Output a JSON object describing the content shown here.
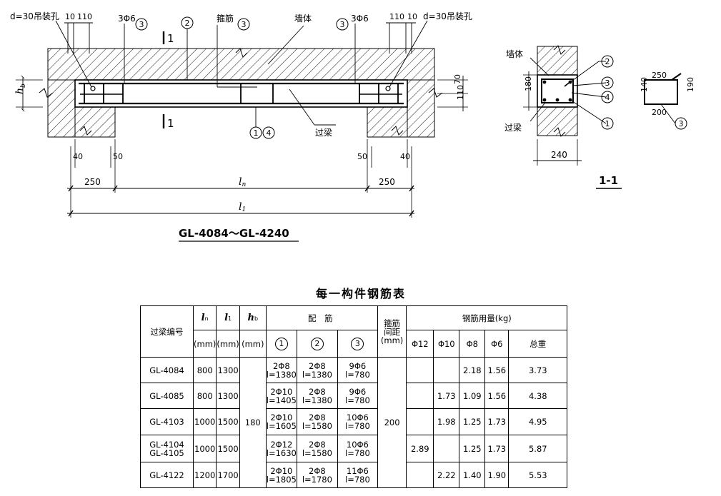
{
  "elevation": {
    "hole_left": "d=30吊装孔",
    "hole_right": "d=30吊装孔",
    "dim_left_top_a": "10",
    "dim_left_top_b": "110",
    "dim_right_top_a": "110",
    "dim_right_top_b": "10",
    "bar3_left": "3Φ6",
    "bar3_right": "3Φ6",
    "stirrup_label": "箍筋",
    "wall_label": "墙体",
    "lintel_label": "过梁",
    "section_mark": "1",
    "hb_label": "h",
    "hb_sub": "b",
    "dim_110": "110",
    "dim_70": "70",
    "dim_40_left": "40",
    "dim_50_left": "50",
    "dim_50_right": "50",
    "dim_40_right": "40",
    "dim_250_left": "250",
    "dim_250_right": "250",
    "ln_label": "l",
    "ln_sub": "n",
    "l1_label": "l",
    "l1_sub": "1",
    "caption": "GL-4084～GL-4240",
    "circle_1": "1",
    "circle_2": "2",
    "circle_3": "3",
    "circle_4": "4"
  },
  "section": {
    "wall_label": "墙体",
    "lintel_label": "过梁",
    "height_dim": "180",
    "width_dim": "240",
    "title": "1-1",
    "circles": [
      "2",
      "3",
      "4",
      "1"
    ]
  },
  "stirrup_detail": {
    "width_top": "250",
    "width_bottom": "200",
    "height_left": "140",
    "height_right": "190",
    "circle": "3"
  },
  "table": {
    "title": "每一构件钢筋表",
    "header": {
      "id": "过梁编号",
      "ln": "l",
      "ln_sub": "n",
      "l1": "l",
      "l1_sub": "1",
      "hb": "h",
      "hb_sub": "b",
      "unit": "(mm)",
      "reinf": "配 筋",
      "circ1": "1",
      "circ2": "2",
      "circ3": "3",
      "spacing": "箍筋间距",
      "spacing_unit": "(mm)",
      "usage": "钢筋用量(kg)",
      "d12": "Φ12",
      "d10": "Φ10",
      "d8": "Φ8",
      "d6": "Φ6",
      "total": "总重"
    },
    "hb_value": "180",
    "spacing_value": "200",
    "rows": [
      {
        "id": "GL-4084",
        "ln": "800",
        "l1": "1300",
        "r1": "2Φ8",
        "r1l": "l=1380",
        "r2": "2Φ8",
        "r2l": "l=1380",
        "r3": "9Φ6",
        "r3l": "l=780",
        "d12": "",
        "d10": "",
        "d8": "2.18",
        "d6": "1.56",
        "total": "3.73"
      },
      {
        "id": "GL-4085",
        "ln": "800",
        "l1": "1300",
        "r1": "2Φ10",
        "r1l": "l=1405",
        "r2": "2Φ8",
        "r2l": "l=1380",
        "r3": "9Φ6",
        "r3l": "l=780",
        "d12": "",
        "d10": "1.73",
        "d8": "1.09",
        "d6": "1.56",
        "total": "4.38"
      },
      {
        "id": "GL-4103",
        "ln": "1000",
        "l1": "1500",
        "r1": "2Φ10",
        "r1l": "l=1605",
        "r2": "2Φ8",
        "r2l": "l=1580",
        "r3": "10Φ6",
        "r3l": "l=780",
        "d12": "",
        "d10": "1.98",
        "d8": "1.25",
        "d6": "1.73",
        "total": "4.95"
      },
      {
        "id": "GL-4104",
        "id2": "GL-4105",
        "ln": "1000",
        "l1": "1500",
        "r1": "2Φ12",
        "r1l": "l=1630",
        "r2": "2Φ8",
        "r2l": "l=1580",
        "r3": "10Φ6",
        "r3l": "l=780",
        "d12": "2.89",
        "d10": "",
        "d8": "1.25",
        "d6": "1.73",
        "total": "5.87"
      },
      {
        "id": "GL-4122",
        "ln": "1200",
        "l1": "1700",
        "r1": "2Φ10",
        "r1l": "l=1805",
        "r2": "2Φ8",
        "r2l": "l=1780",
        "r3": "11Φ6",
        "r3l": "l=780",
        "d12": "",
        "d10": "2.22",
        "d8": "1.40",
        "d6": "1.90",
        "total": "5.53"
      }
    ]
  }
}
